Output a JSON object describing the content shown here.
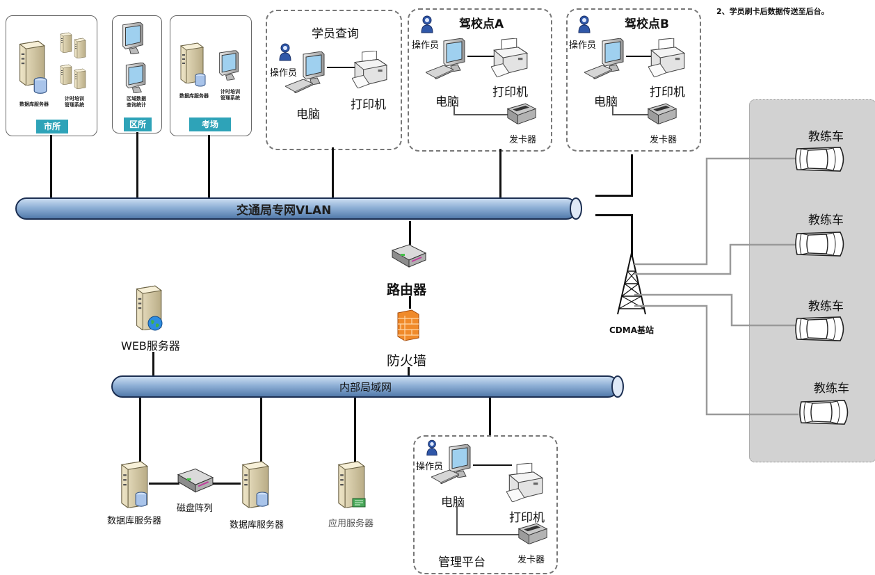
{
  "note": "2、学员刷卡后数据传送至后台。",
  "top_boxes": {
    "shisuo": {
      "server_label": "数据库服务器",
      "system_label": "计时培训\n管理系统",
      "title": "市所"
    },
    "qusuo": {
      "stats_label": "区域数据\n查询统计",
      "title": "区所"
    },
    "kaochang": {
      "server_label": "数据库服务器",
      "system_label": "计时培训\n管理系统",
      "title": "考场"
    }
  },
  "student_query": {
    "title": "学员查询",
    "operator": "操作员",
    "computer": "电脑",
    "printer": "打印机"
  },
  "school_a": {
    "title": "驾校点A",
    "operator": "操作员",
    "computer": "电脑",
    "printer": "打印机",
    "card_issuer": "发卡器"
  },
  "school_b": {
    "title": "驾校点B",
    "operator": "操作员",
    "computer": "电脑",
    "printer": "打印机",
    "card_issuer": "发卡器"
  },
  "vlan": {
    "label": "交通局专网VLAN"
  },
  "router": {
    "label": "路由器"
  },
  "firewall": {
    "label": "防火墙"
  },
  "web_server": {
    "label": "WEB服务器"
  },
  "lan": {
    "label": "内部局域网"
  },
  "cdma": {
    "label": "CDMA基站"
  },
  "cars": [
    {
      "label": "教练车"
    },
    {
      "label": "教练车"
    },
    {
      "label": "教练车"
    },
    {
      "label": "教练车"
    }
  ],
  "bottom": {
    "db_server_1": "数据库服务器",
    "disk_array": "磁盘阵列",
    "db_server_2": "数据库服务器",
    "app_server": "应用服务器"
  },
  "mgmt": {
    "operator": "操作员",
    "computer": "电脑",
    "printer": "打印机",
    "card_issuer": "发卡器",
    "title": "管理平台"
  }
}
